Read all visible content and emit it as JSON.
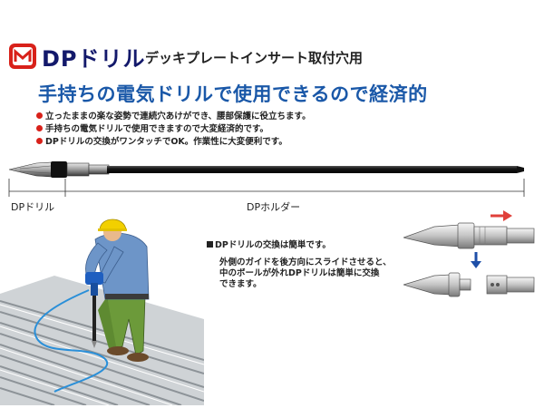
{
  "header": {
    "title": "DPドリル",
    "subtitle": "デッキプレートインサート取付穴用"
  },
  "headline": "手持ちの電気ドリルで使用できるので経済的",
  "features": [
    "立ったままの楽な姿勢で連続穴あけができ、腰部保護に役立ちます。",
    "手持ちの電気ドリルで使用できますので大変経済的です。",
    "DPドリルの交換がワンタッチでOK。作業性に大変便利です。"
  ],
  "dimension_labels": {
    "drill": "DPドリル",
    "holder": "DPホルダー"
  },
  "exchange_note": {
    "heading": "DPドリルの交換は簡単です。",
    "lines": [
      "外側のガイドを後方向にスライドさせると、",
      "中のボールが外れDPドリルは簡単に交換",
      "できます。"
    ]
  },
  "colors": {
    "title": "#13196b",
    "headline": "#1a58a8",
    "bullet": "#d8211a",
    "logo": "#d8211a",
    "arrow_red": "#e0403a",
    "arrow_blue": "#1e4fa8"
  },
  "icons": {
    "logo": "company-logo-icon",
    "bullet": "red-dot-icon",
    "note_marker": "black-square-icon"
  }
}
